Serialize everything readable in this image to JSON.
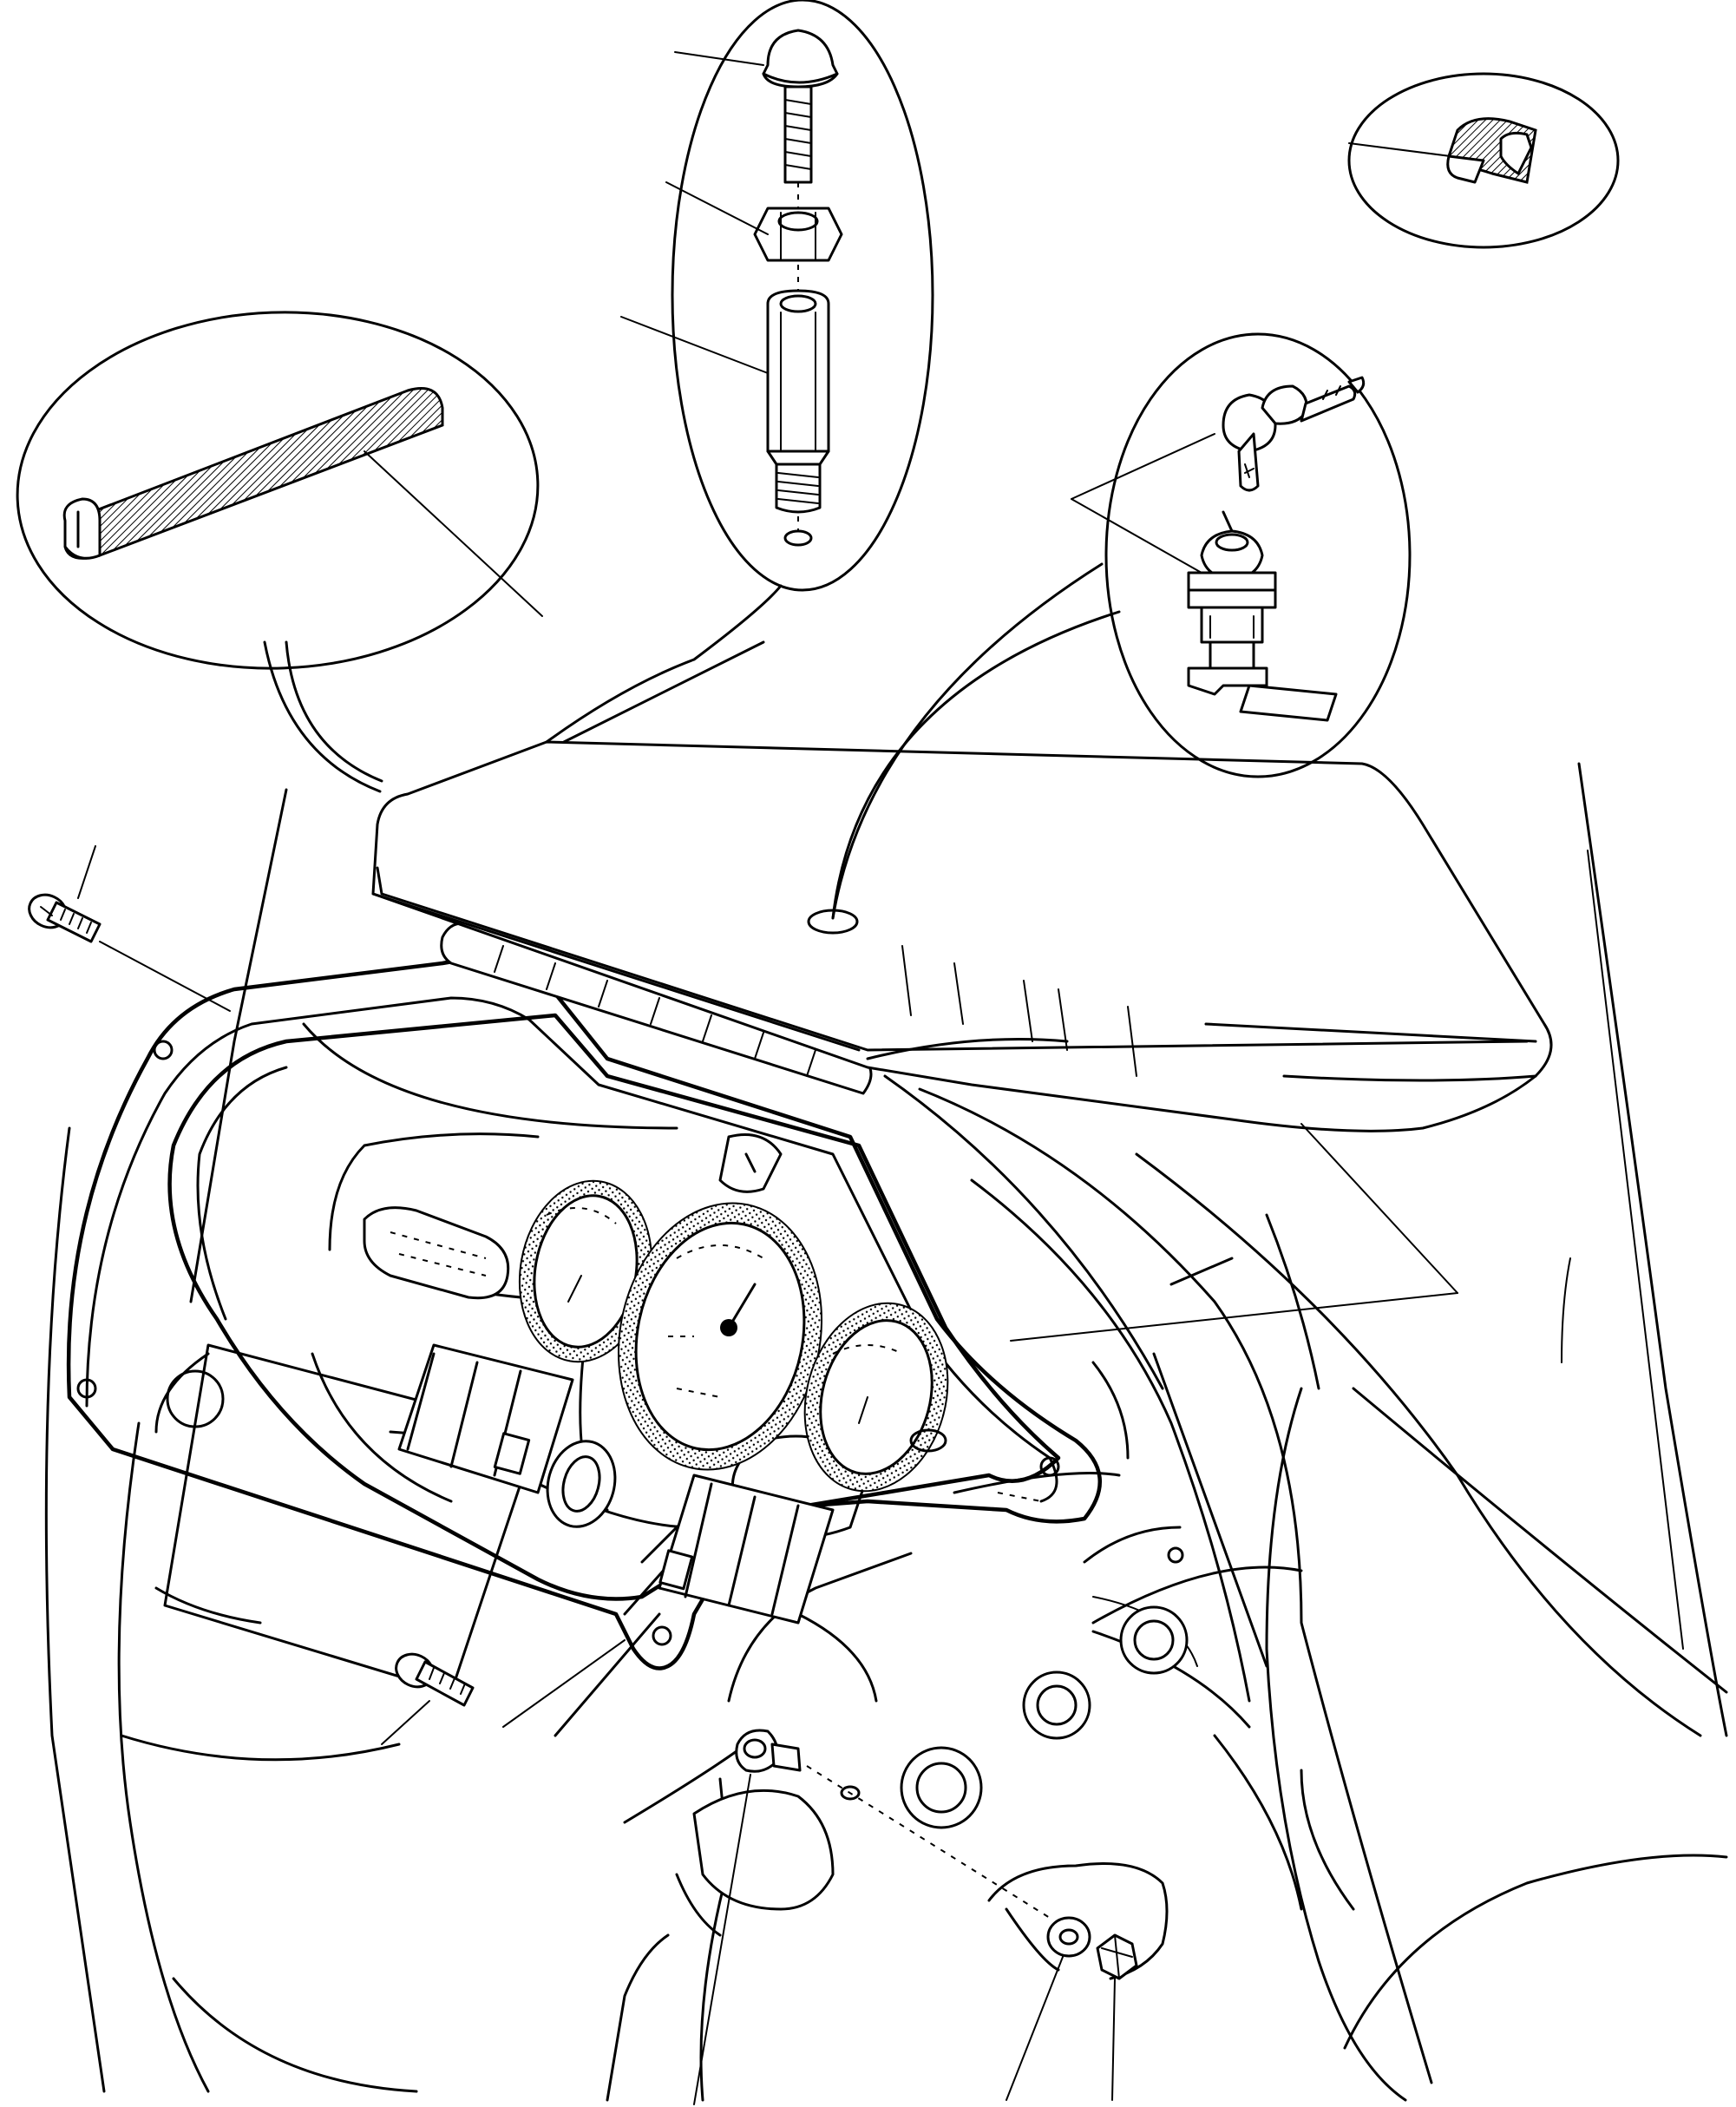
{
  "figure": {
    "labels": []
  },
  "parts": {
    "screw_left": "screw",
    "screw_lower": "screw",
    "screw_bracket": "screw",
    "washer": "washer",
    "nut": "nut",
    "lid": "instrument-panel-cover",
    "panel": "instrument-cluster",
    "bumper": "rubber-bumper",
    "spacer": "spacer",
    "edge_trim": "edge-trim",
    "corner_trim": "corner-trim",
    "lock": "lock-with-keys"
  }
}
